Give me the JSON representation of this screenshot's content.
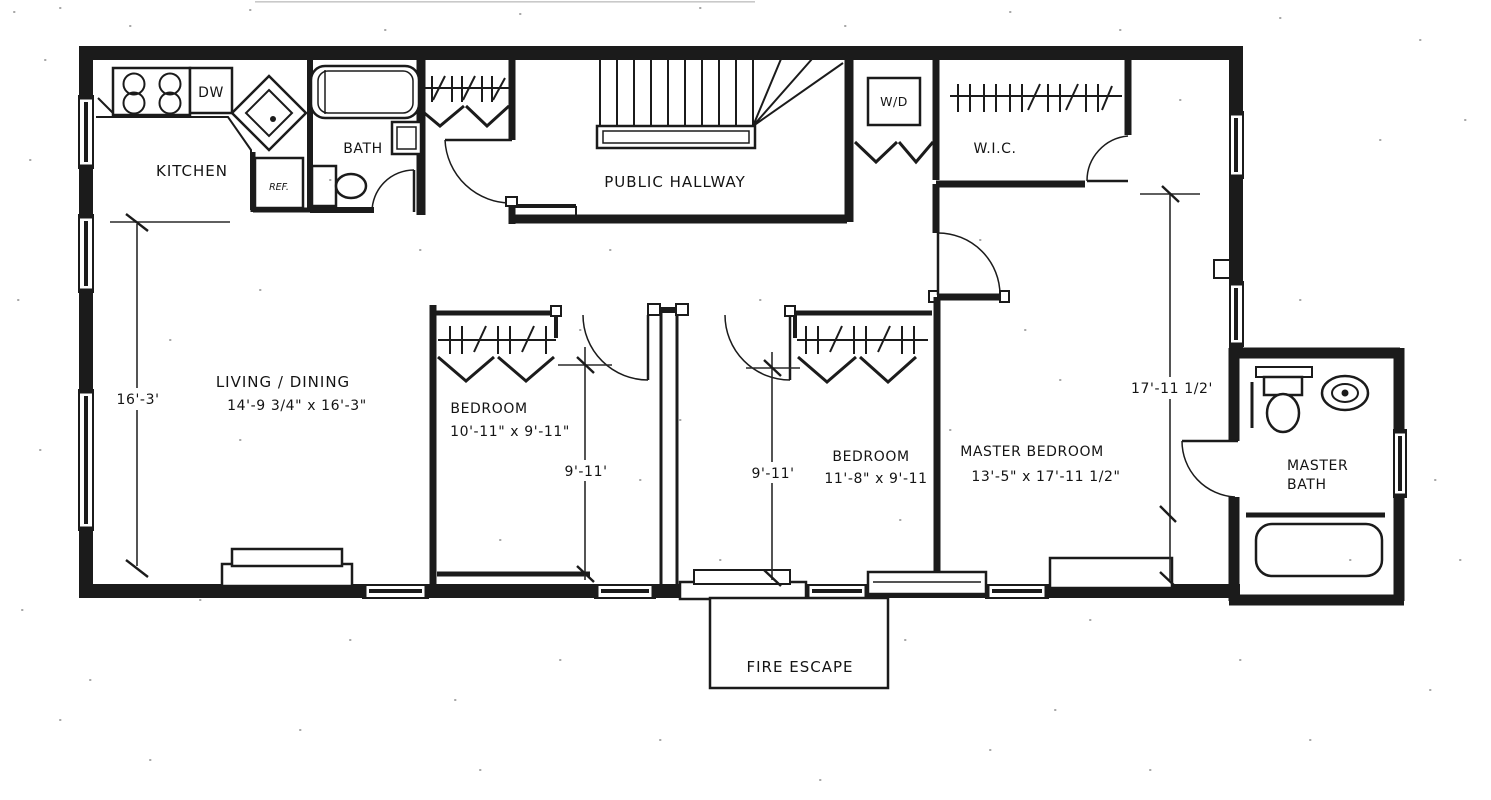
{
  "plan": {
    "rooms": {
      "kitchen": {
        "label": "KITCHEN"
      },
      "bath": {
        "label": "BATH"
      },
      "public_hallway": {
        "label": "PUBLIC HALLWAY"
      },
      "wic": {
        "label": "W.I.C."
      },
      "living_dining": {
        "label": "LIVING / DINING",
        "size": "14'-9 3/4\" x 16'-3\""
      },
      "bedroom_1": {
        "label": "BEDROOM",
        "size": "10'-11\" x 9'-11\""
      },
      "bedroom_2": {
        "label": "BEDROOM",
        "size": "11'-8\" x 9'-11"
      },
      "master_bedroom": {
        "label": "MASTER BEDROOM",
        "size": "13'-5\" x 17'-11 1/2\""
      },
      "master_bath": {
        "label_line_1": "MASTER",
        "label_line_2": "BATH"
      },
      "fire_escape": {
        "label": "FIRE ESCAPE"
      }
    },
    "appliances": {
      "dishwasher": "DW",
      "refrigerator": "REF.",
      "washer_dryer": "W/D"
    },
    "dimensions": {
      "living_dining_height": "16'-3'",
      "bedroom_1_height": "9'-11'",
      "bedroom_2_height": "9'-11'",
      "master_bedroom_height": "17'-11 1/2'"
    },
    "colors": {
      "ink": "#1b1b1b",
      "paper": "#ffffff"
    }
  }
}
